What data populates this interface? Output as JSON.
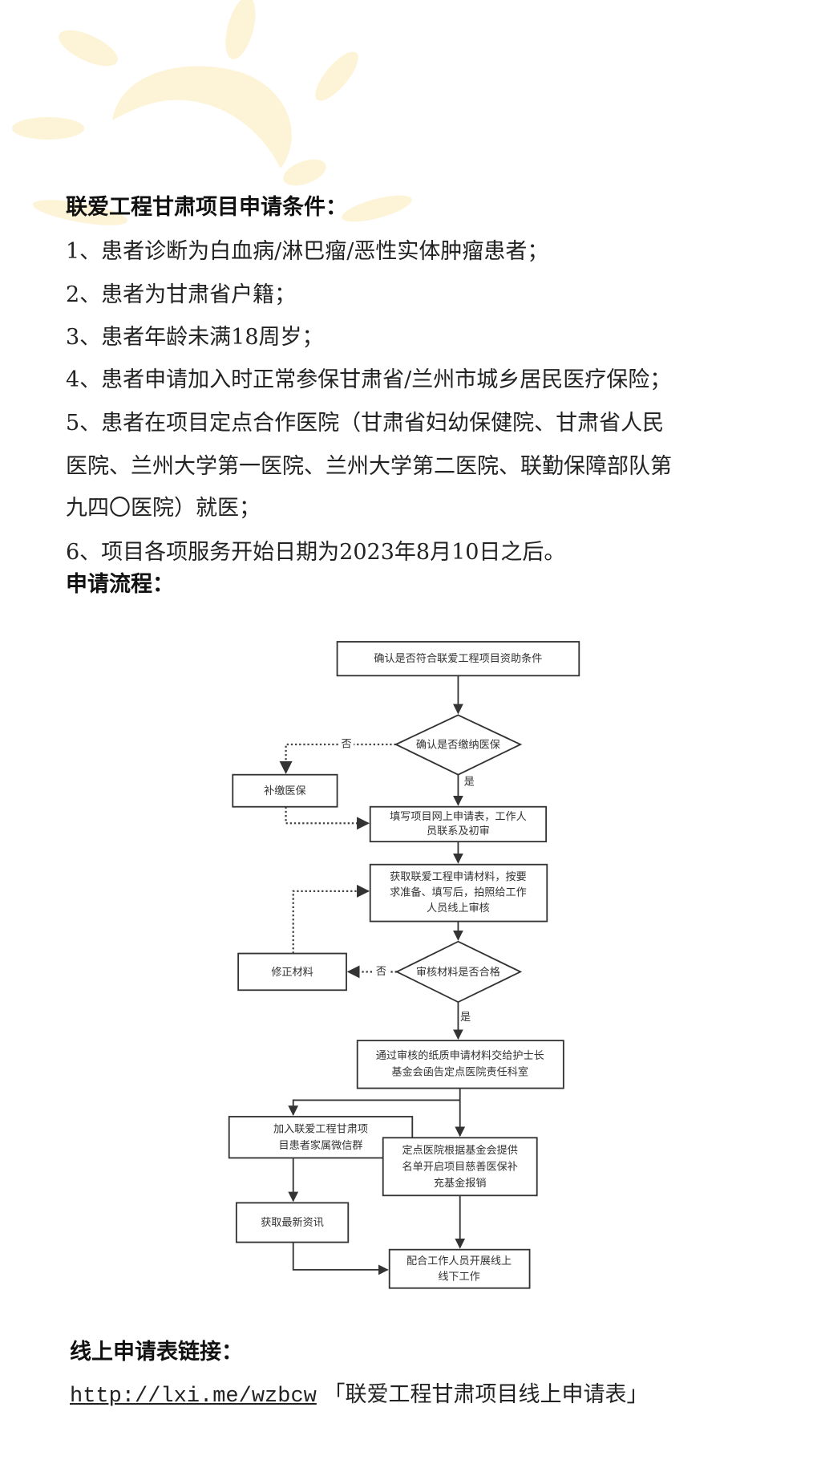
{
  "section1": {
    "title": "联爱工程甘肃项目申请条件：",
    "items": [
      [
        "1、患者诊断为白血病/淋巴瘤/恶性实体肿瘤患者；"
      ],
      [
        "2、患者为甘肃省户籍；"
      ],
      [
        "3、患者年龄未满18周岁；"
      ],
      [
        "4、患者申请加入时正常参保甘肃省/兰州市城乡居民医疗保险；"
      ],
      [
        "5、患者在项目定点合作医院（甘肃省妇幼保健院、甘肃省人民",
        "医院、兰州大学第一医院、兰州大学第二医院、联勤保障部队第",
        "九四〇医院）就医；"
      ],
      [
        "6、项目各项服务开始日期为2023年8月10日之后。"
      ]
    ]
  },
  "section2": {
    "title": "申请流程："
  },
  "flowchart": {
    "start": "确认是否符合联爱工程项目资助条件",
    "decision1": "确认是否缴纳医保",
    "no_label": "否",
    "yes_label": "是",
    "supplement": "补缴医保",
    "fill_form": [
      "填写项目网上申请表，工作人",
      "员联系及初审"
    ],
    "get_materials": [
      "获取联爱工程申请材料，按要",
      "求准备、填写后，拍照给工作",
      "人员线上审核"
    ],
    "decision2": "审核材料是否合格",
    "fix": "修正材料",
    "submit": [
      "通过审核的纸质申请材料交给护士长",
      "基金会函告定点医院责任科室"
    ],
    "join_group": [
      "加入联爱工程甘肃项",
      "目患者家属微信群"
    ],
    "hospital": [
      "定点医院根据基金会提供",
      "名单开启项目慈善医保补",
      "充基金报销"
    ],
    "news": "获取最新资讯",
    "cooperate": [
      "配合工作人员开展线上",
      "线下工作"
    ]
  },
  "section3": {
    "title": "线上申请表链接：",
    "url": "http://lxi.me/wzbcw",
    "link_name": "「联爱工程甘肃项目线上申请表」"
  }
}
